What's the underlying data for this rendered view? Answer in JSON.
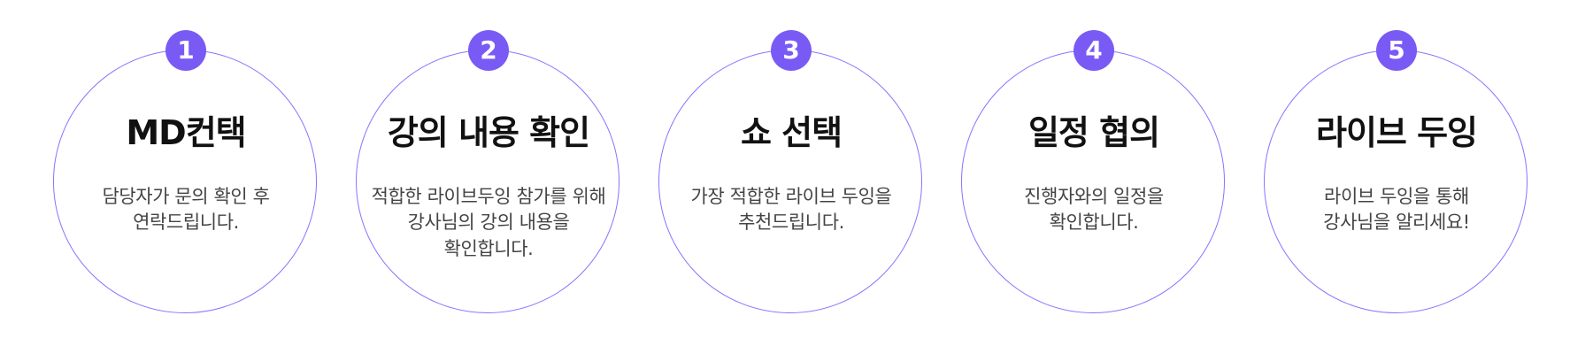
{
  "steps": [
    {
      "number": "1",
      "title": "MD컨택",
      "description": "담당자가 문의 확인 후\n연락드립니다."
    },
    {
      "number": "2",
      "title": "강의 내용 확인",
      "description": "적합한 라이브두잉 참가를 위해\n강사님의 강의 내용을\n확인합니다."
    },
    {
      "number": "3",
      "title": "쇼 선택",
      "description": "가장 적합한 라이브 두잉을\n추천드립니다."
    },
    {
      "number": "4",
      "title": "일정 협의",
      "description": "진행자와의 일정을\n확인합니다."
    },
    {
      "number": "5",
      "title": "라이브 두잉",
      "description": "라이브 두잉을 통해\n강사님을 알리세요!"
    }
  ],
  "colors": {
    "accent": "#7a5af5",
    "ring": "#8b72ff",
    "title": "#111111",
    "text": "#444444"
  }
}
